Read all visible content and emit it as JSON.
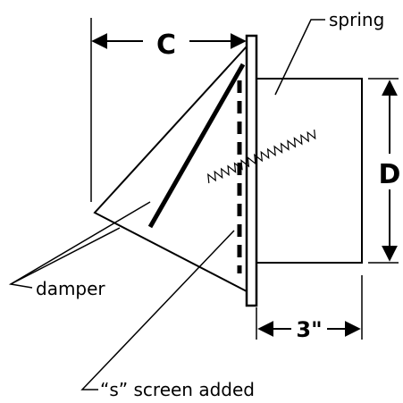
{
  "dimensions": {
    "c_label": "C",
    "d_label": "D",
    "depth_label": "3\""
  },
  "callouts": {
    "spring": "spring",
    "damper": "damper",
    "screen": "“s” screen added"
  },
  "colors": {
    "line": "#000000",
    "background": "#ffffff"
  }
}
